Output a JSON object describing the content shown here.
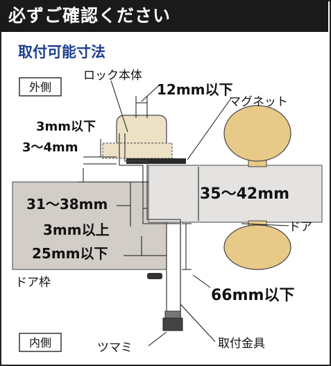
{
  "header": {
    "title": "必ずご確認ください"
  },
  "section": {
    "title": "取付可能寸法"
  },
  "labels": {
    "outside": "外側",
    "inside": "内側",
    "lock_body": "ロック本体",
    "magnet": "マグネット",
    "door": "ドア",
    "door_frame": "ドア枠",
    "knob": "ツマミ",
    "bracket": "取付金具"
  },
  "dimensions": {
    "d12": "12mm以下",
    "d3a": "3mm以下",
    "d3to4": "3～4mm",
    "d35to42": "35～42mm",
    "d31to38": "31～38mm",
    "d3b": "3mm以上",
    "d25": "25mm以下",
    "d66": "66mm以下"
  },
  "colors": {
    "header_bg": "#1a1a1a",
    "title_blue": "#1d3f8f",
    "door_gray": "#e4e3e1",
    "frame_gray": "#d2cdc7",
    "knob_tan": "#e7c988",
    "lock_beige": "#ece0c5"
  }
}
